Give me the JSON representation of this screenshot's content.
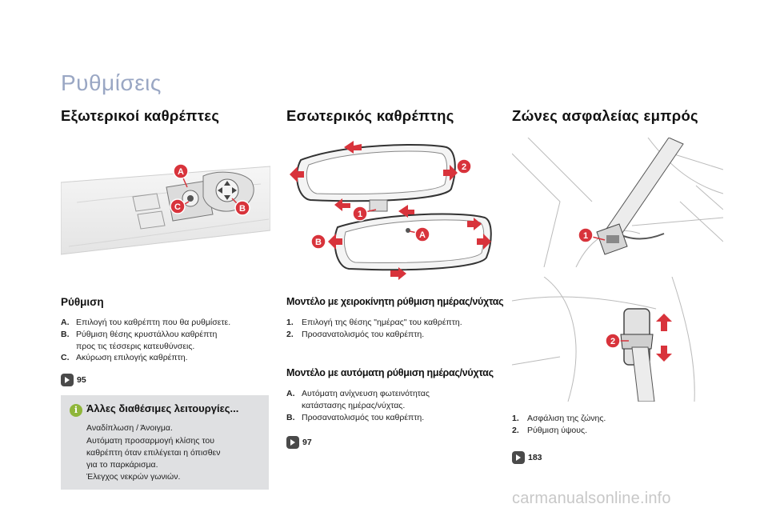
{
  "page": {
    "title": "Ρυθμίσεις"
  },
  "col1": {
    "title": "Εξωτερικοί καθρέπτες",
    "callouts": [
      "A",
      "B",
      "C"
    ],
    "subtitle": "Ρύθμιση",
    "items": [
      {
        "key": "A.",
        "lines": [
          "Επιλογή του καθρέπτη που θα ρυθμίσετε."
        ]
      },
      {
        "key": "B.",
        "lines": [
          "Ρύθμιση θέσης κρυστάλλου καθρέπτη",
          "προς τις τέσσερις κατευθύνσεις."
        ]
      },
      {
        "key": "C.",
        "lines": [
          "Ακύρωση επιλογής καθρέπτη."
        ]
      }
    ],
    "ref": "95",
    "info": {
      "title": "Άλλες διαθέσιμες λειτουργίες...",
      "lines": [
        "Αναδίπλωση / Άνοιγμα.",
        "Αυτόματη προσαρμογή κλίσης του",
        "καθρέπτη όταν επιλέγεται η όπισθεν",
        "για το παρκάρισμα.",
        "Έλεγχος νεκρών γωνιών."
      ]
    }
  },
  "col2": {
    "title": "Εσωτερικός καθρέπτης",
    "callouts": [
      "2",
      "1",
      "A",
      "B"
    ],
    "manual": {
      "title": "Μοντέλο με χειροκίνητη ρύθμιση ημέρας/νύχτας",
      "items": [
        {
          "key": "1.",
          "lines": [
            "Επιλογή της θέσης \"ημέρας\" του καθρέπτη."
          ]
        },
        {
          "key": "2.",
          "lines": [
            "Προσανατολισμός του καθρέπτη."
          ]
        }
      ]
    },
    "auto": {
      "title": "Μοντέλο με αυτόματη ρύθμιση ημέρας/νύχτας",
      "items": [
        {
          "key": "A.",
          "lines": [
            "Αυτόματη ανίχνευση φωτεινότητας",
            "κατάστασης ημέρας/νύχτας."
          ]
        },
        {
          "key": "B.",
          "lines": [
            "Προσανατολισμός του καθρέπτη."
          ]
        }
      ]
    },
    "ref": "97"
  },
  "col3": {
    "title": "Ζώνες ασφαλείας εμπρός",
    "callouts": [
      "1",
      "2"
    ],
    "items": [
      {
        "key": "1.",
        "lines": [
          "Ασφάλιση της ζώνης."
        ]
      },
      {
        "key": "2.",
        "lines": [
          "Ρύθμιση ύψους."
        ]
      }
    ],
    "ref": "183"
  },
  "watermark": "carmanualsonline.info",
  "colors": {
    "accent": "#d8333b",
    "title_blue": "#9aa7c4",
    "info_green": "#8fb63a",
    "info_bg": "#dfe0e2"
  }
}
